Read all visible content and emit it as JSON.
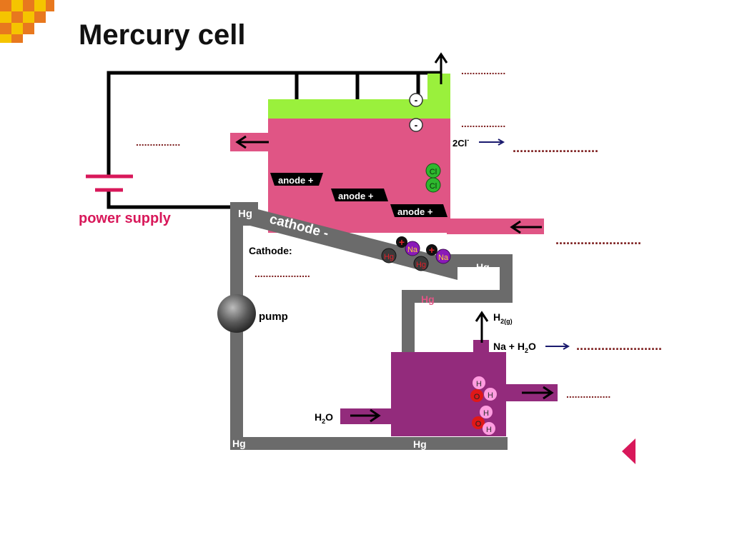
{
  "slide": {
    "title": "Mercury cell"
  },
  "colors": {
    "brine": "#e05585",
    "chlorine_gas": "#9af03c",
    "mercury_pipe": "#6b6b6b",
    "decomposer": "#932b7c",
    "wire": "#000000",
    "accent": "#d8185a",
    "logo_orange": "#e8781e",
    "logo_yellow": "#f5c400"
  },
  "diagram": {
    "power_supply_label": "power supply",
    "anode_label": "anode +",
    "cathode_label": "cathode -",
    "cathode_question": "Cathode:",
    "pump_label": "pump",
    "hg": "Hg",
    "chloride": {
      "base": "2Cl",
      "sup": "-"
    },
    "hydrogen": {
      "base": "H",
      "sub": "2(g)"
    },
    "na_water": {
      "pre": "Na + H",
      "sub": "2",
      "post": "O"
    },
    "water_in": {
      "pre": "H",
      "sub": "2",
      "post": "O"
    },
    "atom_cl": "Cl",
    "atom_na": "Na",
    "atom_hg": "Hg",
    "atom_h": "H",
    "atom_o": "O",
    "plus": "+",
    "minus": "-",
    "blank_short": "................",
    "blank_long": "........................",
    "blank_medium": "...................."
  }
}
